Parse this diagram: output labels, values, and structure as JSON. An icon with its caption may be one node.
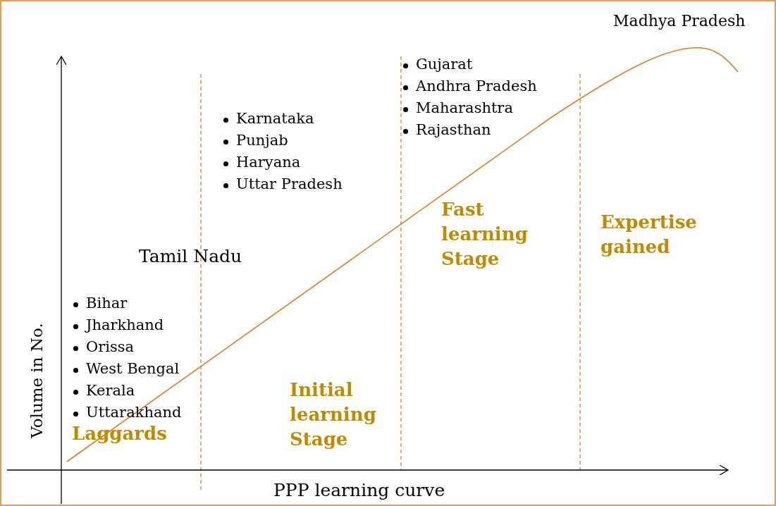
{
  "diagram": {
    "labels": [
      "Madhya Pradesh",
      "Gujarat",
      "Andhra Pradesh",
      "Maharashtra",
      "Rajasthan",
      "Karnataka",
      "Punjab",
      "Haryana",
      "Uttar Pradesh",
      "Fast learning Stage",
      "Expertise gained",
      "Tamil Nadu",
      "Bihar",
      "Jharkhand",
      "Orissa",
      "West Bengal",
      "Kerala",
      "Uttarakhand",
      "Initial learning Stage",
      "Laggards",
      "Volume in No.",
      "PPP learning curve"
    ]
  }
}
